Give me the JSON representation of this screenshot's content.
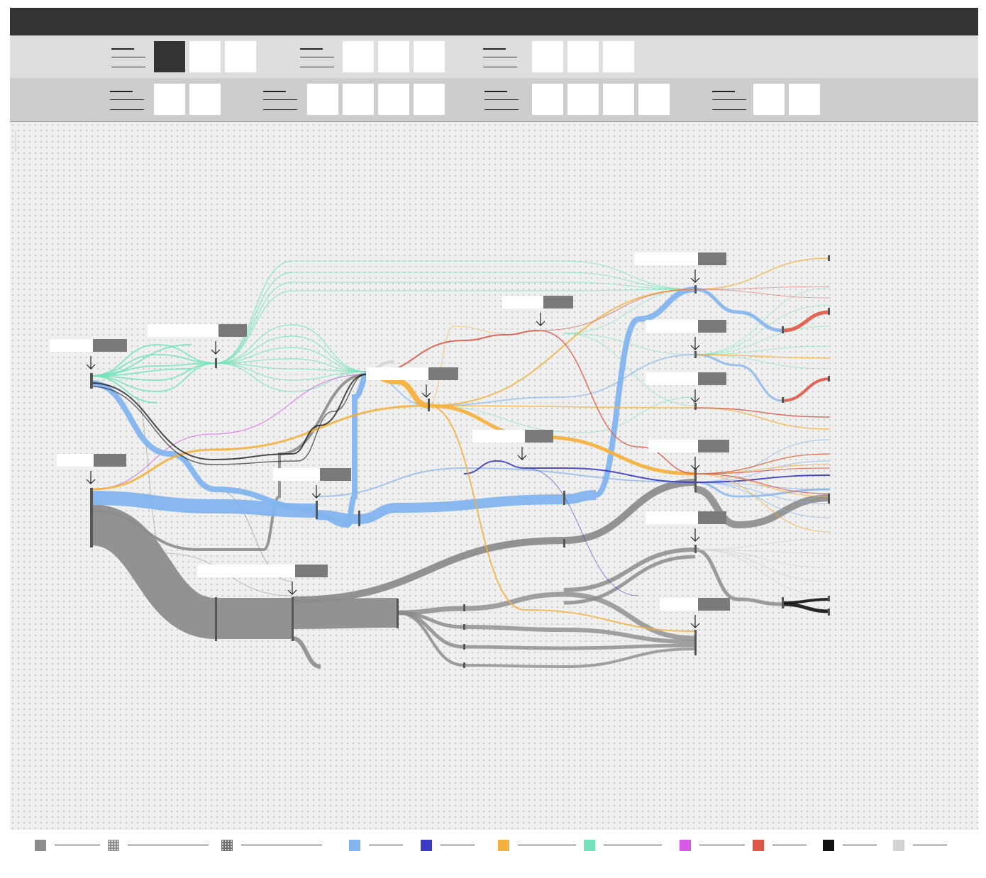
{
  "toolbar": {
    "row1": [
      {
        "buttons": [
          {
            "label": "",
            "active": true
          },
          {
            "label": "",
            "active": false
          },
          {
            "label": "",
            "active": false
          }
        ]
      },
      {
        "buttons": [
          {
            "label": "",
            "active": false
          },
          {
            "label": "",
            "active": false
          },
          {
            "label": "",
            "active": false
          }
        ]
      },
      {
        "buttons": [
          {
            "label": "",
            "active": false
          },
          {
            "label": "",
            "active": false
          },
          {
            "label": "",
            "active": false
          }
        ]
      }
    ],
    "row2": [
      {
        "buttons": [
          {
            "label": ""
          },
          {
            "label": ""
          }
        ]
      },
      {
        "buttons": [
          {
            "label": ""
          },
          {
            "label": ""
          },
          {
            "label": ""
          },
          {
            "label": ""
          }
        ]
      },
      {
        "buttons": [
          {
            "label": ""
          },
          {
            "label": ""
          },
          {
            "label": ""
          },
          {
            "label": ""
          }
        ]
      },
      {
        "buttons": [
          {
            "label": ""
          },
          {
            "label": ""
          }
        ]
      }
    ]
  },
  "colors": {
    "gray": "#8c8c8c",
    "dark_gray": "#6e6e6e",
    "light_blue": "#82b4ee",
    "dark_blue": "#3b3bc4",
    "orange": "#f4b13f",
    "mint": "#72e3b6",
    "magenta": "#d858ea",
    "red": "#e05545",
    "black": "#111111",
    "light_gray": "#d2d2d2",
    "topbar": "#333333",
    "panel": "#7a7a7a"
  },
  "legend": [
    {
      "name": "gray-swatch",
      "color": "#8c8c8c",
      "pattern": "solid",
      "label": ""
    },
    {
      "name": "gray-dotted-swatch",
      "color": "#8c8c8c",
      "pattern": "dots",
      "label": ""
    },
    {
      "name": "dark-gray-dotted-swatch",
      "color": "#6e6e6e",
      "pattern": "dots",
      "label": ""
    },
    {
      "name": "light-blue-swatch",
      "color": "#82b4ee",
      "pattern": "solid",
      "label": ""
    },
    {
      "name": "dark-blue-swatch",
      "color": "#3b3bc4",
      "pattern": "solid",
      "label": ""
    },
    {
      "name": "orange-swatch",
      "color": "#f4b13f",
      "pattern": "solid",
      "label": ""
    },
    {
      "name": "mint-swatch",
      "color": "#72e3b6",
      "pattern": "solid",
      "label": ""
    },
    {
      "name": "magenta-swatch",
      "color": "#d858ea",
      "pattern": "solid",
      "label": ""
    },
    {
      "name": "red-swatch",
      "color": "#e05545",
      "pattern": "solid",
      "label": ""
    },
    {
      "name": "black-swatch",
      "color": "#111111",
      "pattern": "solid",
      "label": ""
    },
    {
      "name": "light-gray-swatch",
      "color": "#d2d2d2",
      "pattern": "solid",
      "label": ""
    }
  ],
  "nodes": [
    {
      "id": "n1",
      "label": "",
      "value": ""
    },
    {
      "id": "n2",
      "label": "",
      "value": ""
    },
    {
      "id": "n3",
      "label": "",
      "value": ""
    },
    {
      "id": "n4",
      "label": "",
      "value": ""
    },
    {
      "id": "n5",
      "label": "",
      "value": ""
    },
    {
      "id": "n6",
      "label": "",
      "value": ""
    },
    {
      "id": "n7",
      "label": "",
      "value": ""
    },
    {
      "id": "n8",
      "label": "",
      "value": ""
    },
    {
      "id": "n9",
      "label": "",
      "value": ""
    },
    {
      "id": "n10",
      "label": "",
      "value": ""
    },
    {
      "id": "n11",
      "label": "",
      "value": ""
    },
    {
      "id": "n12",
      "label": "",
      "value": ""
    },
    {
      "id": "n13",
      "label": "",
      "value": ""
    },
    {
      "id": "n14",
      "label": "",
      "value": ""
    }
  ]
}
